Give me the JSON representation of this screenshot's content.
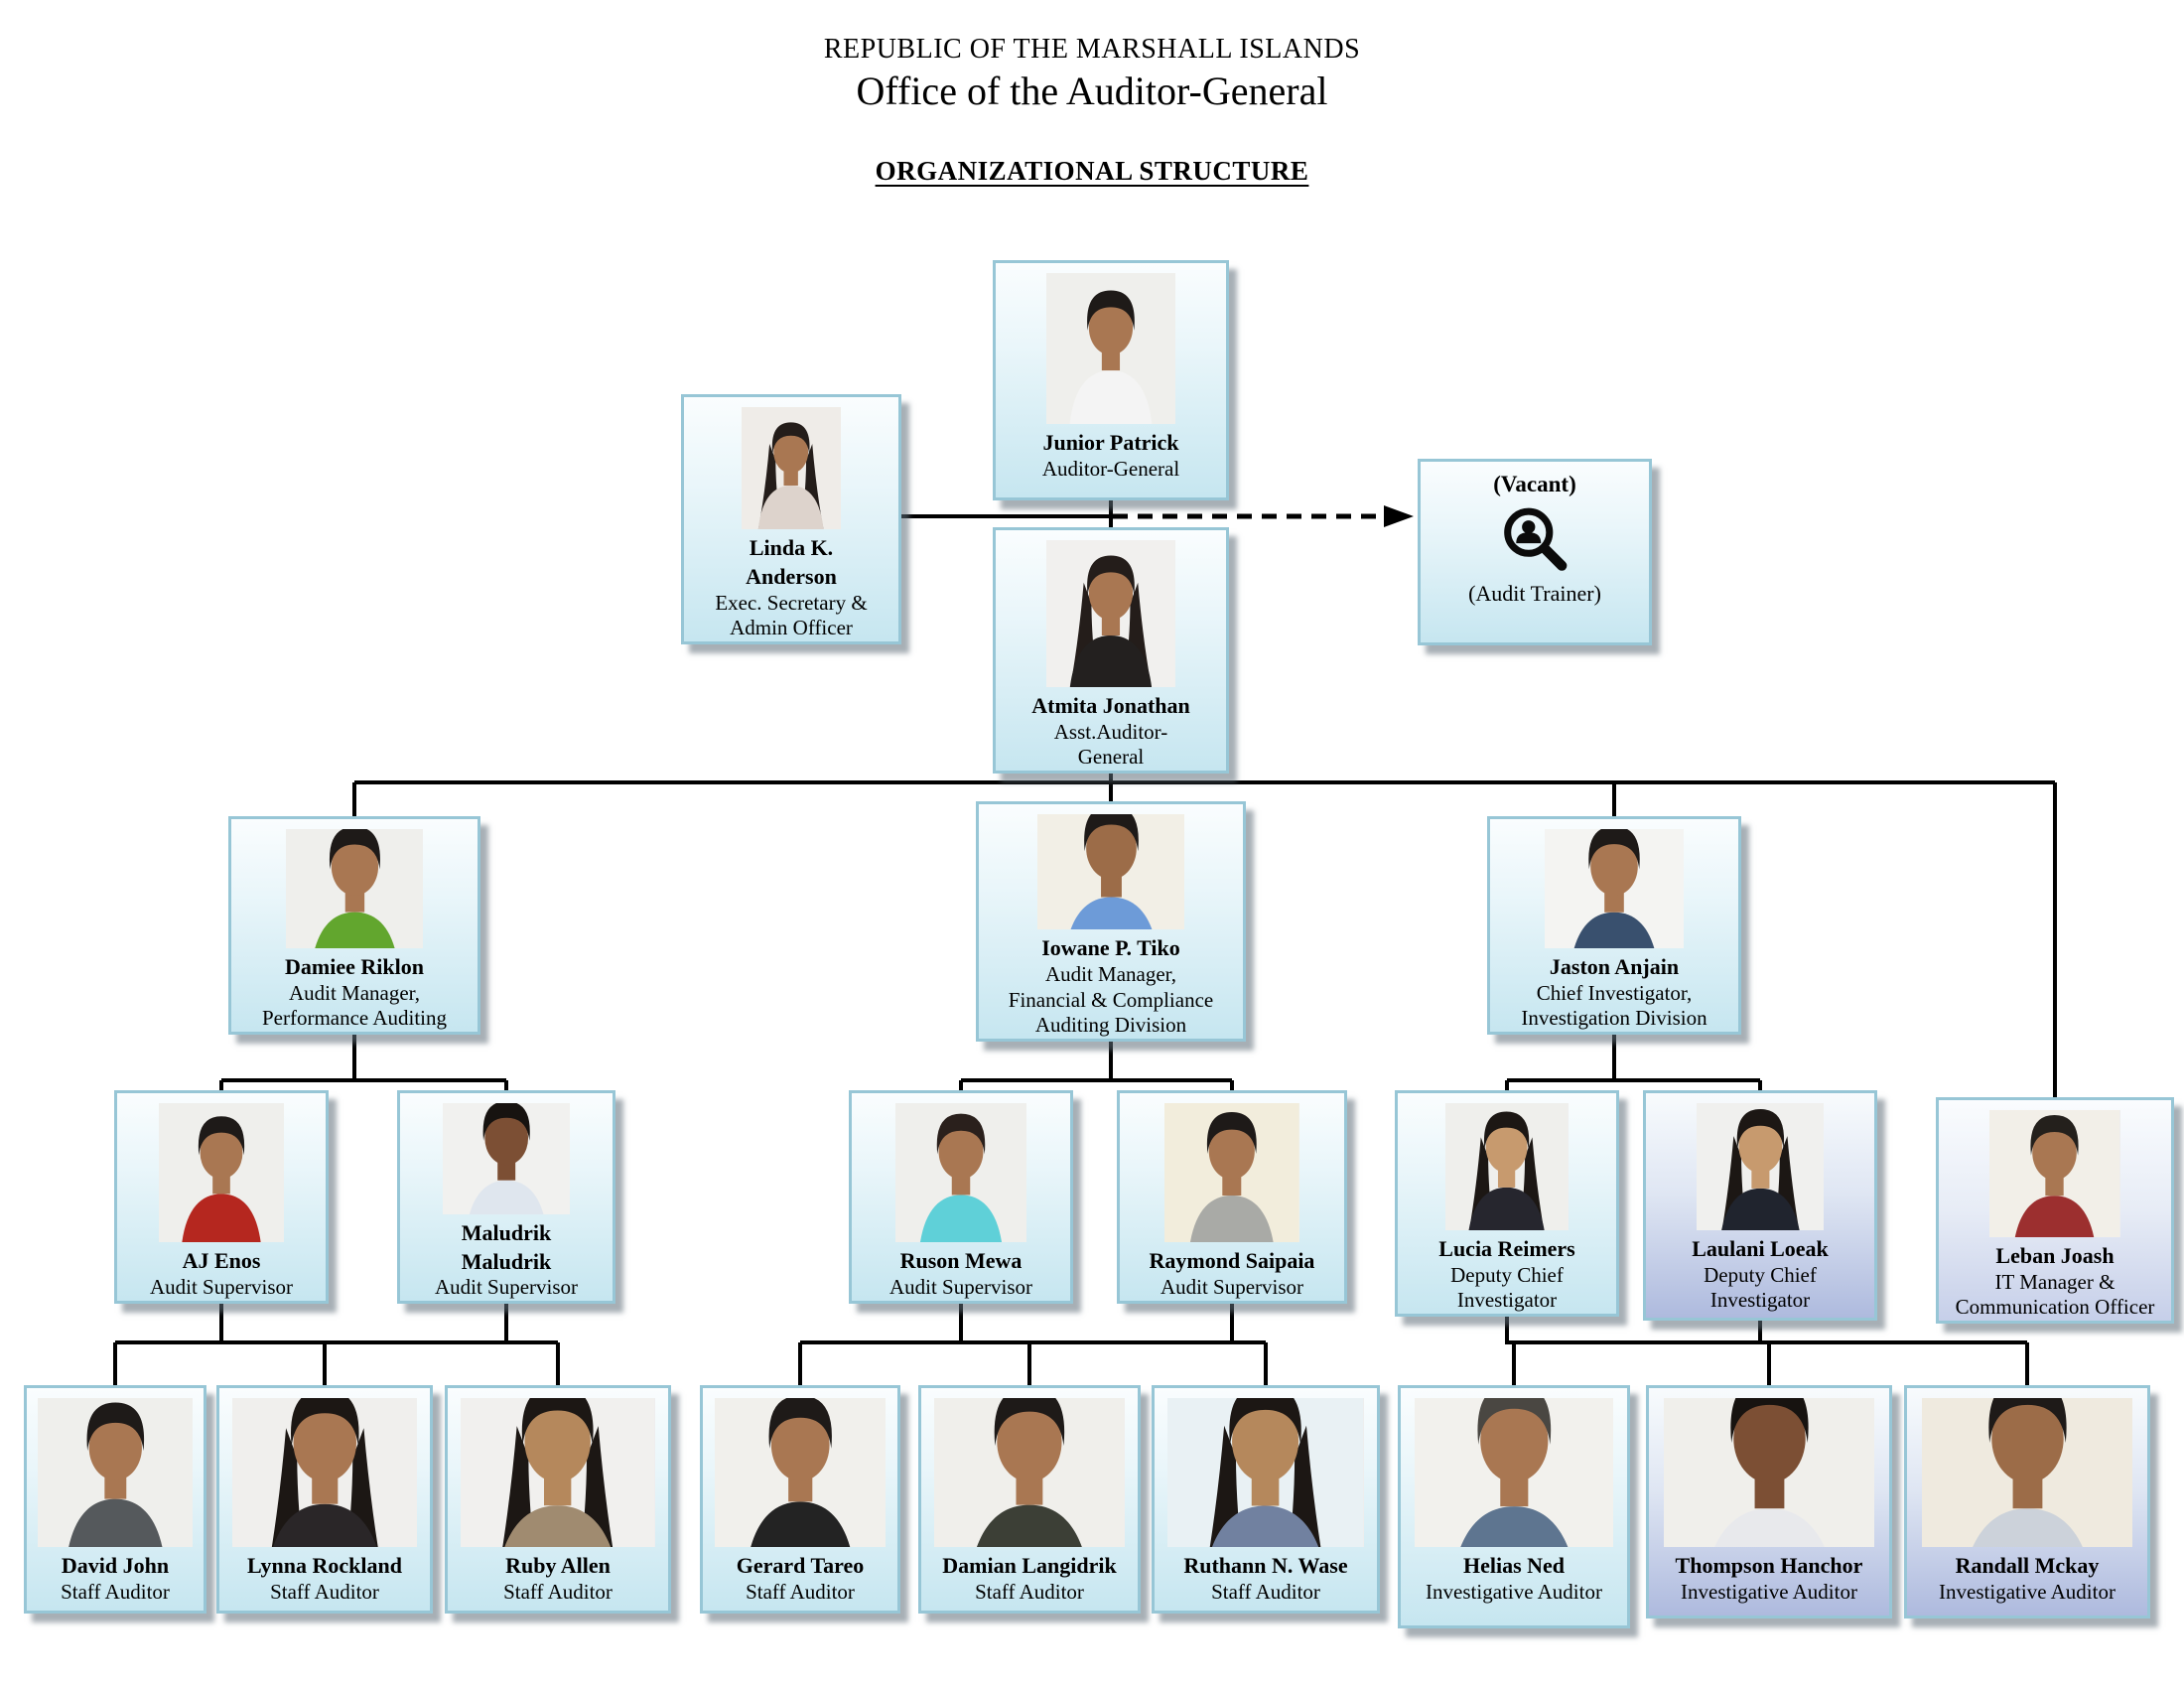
{
  "header": {
    "line1": "REPUBLIC OF THE MARSHALL ISLANDS",
    "line2": "Office of the Auditor-General",
    "line3": "ORGANIZATIONAL STRUCTURE"
  },
  "colors": {
    "box_border": "#97c6d6",
    "box_gradient_top": "#fafdfe",
    "box_gradient_bottom_cyan": "#c6e6f0",
    "box_gradient_bottom_periwinkle": "#aebade",
    "connector_line": "#000000",
    "vacant_icon": "#0b0b0b",
    "page_background": "#ffffff"
  },
  "people": {
    "junior_patrick": {
      "name": "Junior Patrick",
      "role": "Auditor-General",
      "photo": {
        "bg": "#efefec",
        "skin": "#a97752",
        "hair": "#1e1a18",
        "sidehair": "none",
        "shirt": "#f4f4f4"
      }
    },
    "linda_anderson": {
      "name": "Linda K.",
      "name2": "Anderson",
      "role": "Exec. Secretary &",
      "role2": "Admin Officer",
      "photo": {
        "bg": "#efece8",
        "skin": "#a97752",
        "hair": "#241d1a",
        "sidehair": "#241d1a",
        "shirt": "#ddd3cc"
      }
    },
    "vacant_audit_trainer": {
      "name": "(Vacant)",
      "role": "(Audit Trainer)",
      "icon": "person-search-icon"
    },
    "atmita_jonathan": {
      "name": "Atmita Jonathan",
      "role": "Asst.Auditor-",
      "role2": "General",
      "photo": {
        "bg": "#f1f0ee",
        "skin": "#a97752",
        "hair": "#241d1a",
        "sidehair": "#241d1a",
        "shirt": "#23201f"
      }
    },
    "damiee_riklon": {
      "name": "Damiee Riklon",
      "role": "Audit Manager,",
      "role2": "Performance Auditing",
      "photo": {
        "bg": "#efefec",
        "skin": "#a97752",
        "hair": "#1e1a18",
        "sidehair": "none",
        "shirt": "#62a62e"
      }
    },
    "iowane_tiko": {
      "name": "Iowane P. Tiko",
      "role": "Audit Manager,",
      "role2": "Financial & Compliance",
      "role3": "Auditing Division",
      "photo": {
        "bg": "#f2efe6",
        "skin": "#9c6c48",
        "hair": "#1e1a18",
        "sidehair": "none",
        "shirt": "#6d9bd8"
      }
    },
    "jaston_anjain": {
      "name": "Jaston Anjain",
      "role": "Chief Investigator,",
      "role2": "Investigation Division",
      "photo": {
        "bg": "#f4f4f2",
        "skin": "#a97752",
        "hair": "#1e1a18",
        "sidehair": "none",
        "shirt": "#39506e"
      }
    },
    "aj_enos": {
      "name": "AJ Enos",
      "role": "Audit Supervisor",
      "photo": {
        "bg": "#efefec",
        "skin": "#a97752",
        "hair": "#1e1a18",
        "sidehair": "none",
        "shirt": "#b5271f"
      }
    },
    "maludrik_maludrik": {
      "name": "Maludrik",
      "name2": "Maludrik",
      "role": "Audit Supervisor",
      "photo": {
        "bg": "#f1f1ef",
        "skin": "#7c4f34",
        "hair": "#171310",
        "sidehair": "none",
        "shirt": "#dfe6ee"
      }
    },
    "ruson_mewa": {
      "name": "Ruson Mewa",
      "role": "Audit Supervisor",
      "photo": {
        "bg": "#efefec",
        "skin": "#a97752",
        "hair": "#2a201c",
        "sidehair": "none",
        "shirt": "#5fd0d8"
      }
    },
    "raymond_saipaia": {
      "name": "Raymond Saipaia",
      "role": "Audit Supervisor",
      "photo": {
        "bg": "#f2eddc",
        "skin": "#a97752",
        "hair": "#1e1a18",
        "sidehair": "none",
        "shirt": "#a9aaa6"
      }
    },
    "lucia_reimers": {
      "name": "Lucia Reimers",
      "role": "Deputy Chief",
      "role2": "Investigator",
      "photo": {
        "bg": "#efefec",
        "skin": "#c79a6e",
        "hair": "#1c1714",
        "sidehair": "#1c1714",
        "shirt": "#26262e"
      }
    },
    "laulani_loeak": {
      "name": "Laulani Loeak",
      "role": "Deputy Chief",
      "role2": "Investigator",
      "photo": {
        "bg": "#f0f0ee",
        "skin": "#c79a6e",
        "hair": "#1c1714",
        "sidehair": "#1c1714",
        "shirt": "#20242e"
      }
    },
    "leban_joash": {
      "name": "Leban Joash",
      "role": "IT Manager &",
      "role2": "Communication Officer",
      "photo": {
        "bg": "#f2efe8",
        "skin": "#a97752",
        "hair": "#24201c",
        "sidehair": "none",
        "shirt": "#9c2f2f"
      }
    },
    "david_john": {
      "name": "David John",
      "role": "Staff Auditor",
      "photo": {
        "bg": "#efefec",
        "skin": "#a97752",
        "hair": "#1e1a18",
        "sidehair": "none",
        "shirt": "#55595c"
      }
    },
    "lynna_rockland": {
      "name": "Lynna Rockland",
      "role": "Staff Auditor",
      "photo": {
        "bg": "#f0efed",
        "skin": "#a97752",
        "hair": "#1c1714",
        "sidehair": "#1c1714",
        "shirt": "#2a2628"
      }
    },
    "ruby_allen": {
      "name": "Ruby Allen",
      "role": "Staff Auditor",
      "photo": {
        "bg": "#f1f0ee",
        "skin": "#b5885c",
        "hair": "#1c1714",
        "sidehair": "#1c1714",
        "shirt": "#a08b70"
      }
    },
    "gerard_tareo": {
      "name": "Gerard Tareo",
      "role": "Staff Auditor",
      "photo": {
        "bg": "#f1f0ec",
        "skin": "#a97752",
        "hair": "#1e1a18",
        "sidehair": "none",
        "shirt": "#232323"
      }
    },
    "damian_langidrik": {
      "name": "Damian Langidrik",
      "role": "Staff Auditor",
      "photo": {
        "bg": "#f0efeb",
        "skin": "#a97752",
        "hair": "#1e1a18",
        "sidehair": "none",
        "shirt": "#3c3f36"
      }
    },
    "ruthann_wase": {
      "name": "Ruthann N. Wase",
      "role": "Staff Auditor",
      "photo": {
        "bg": "#e9f1f4",
        "skin": "#b5885c",
        "hair": "#1c1714",
        "sidehair": "#1c1714",
        "shirt": "#7181a0"
      }
    },
    "helias_ned": {
      "name": "Helias Ned",
      "role": "Investigative Auditor",
      "photo": {
        "bg": "#f2f1ed",
        "skin": "#a97752",
        "hair": "#4a4742",
        "sidehair": "none",
        "shirt": "#5e7590"
      }
    },
    "thompson_hanchor": {
      "name": "Thompson Hanchor",
      "role": "Investigative Auditor",
      "photo": {
        "bg": "#f0efeb",
        "skin": "#7c4f34",
        "hair": "#171310",
        "sidehair": "none",
        "shirt": "#e8e9ec"
      }
    },
    "randall_mckay": {
      "name": "Randall Mckay",
      "role": "Investigative Auditor",
      "photo": {
        "bg": "#efeadf",
        "skin": "#9c6c48",
        "hair": "#1e1a18",
        "sidehair": "none",
        "shirt": "#ccd2da"
      }
    }
  }
}
